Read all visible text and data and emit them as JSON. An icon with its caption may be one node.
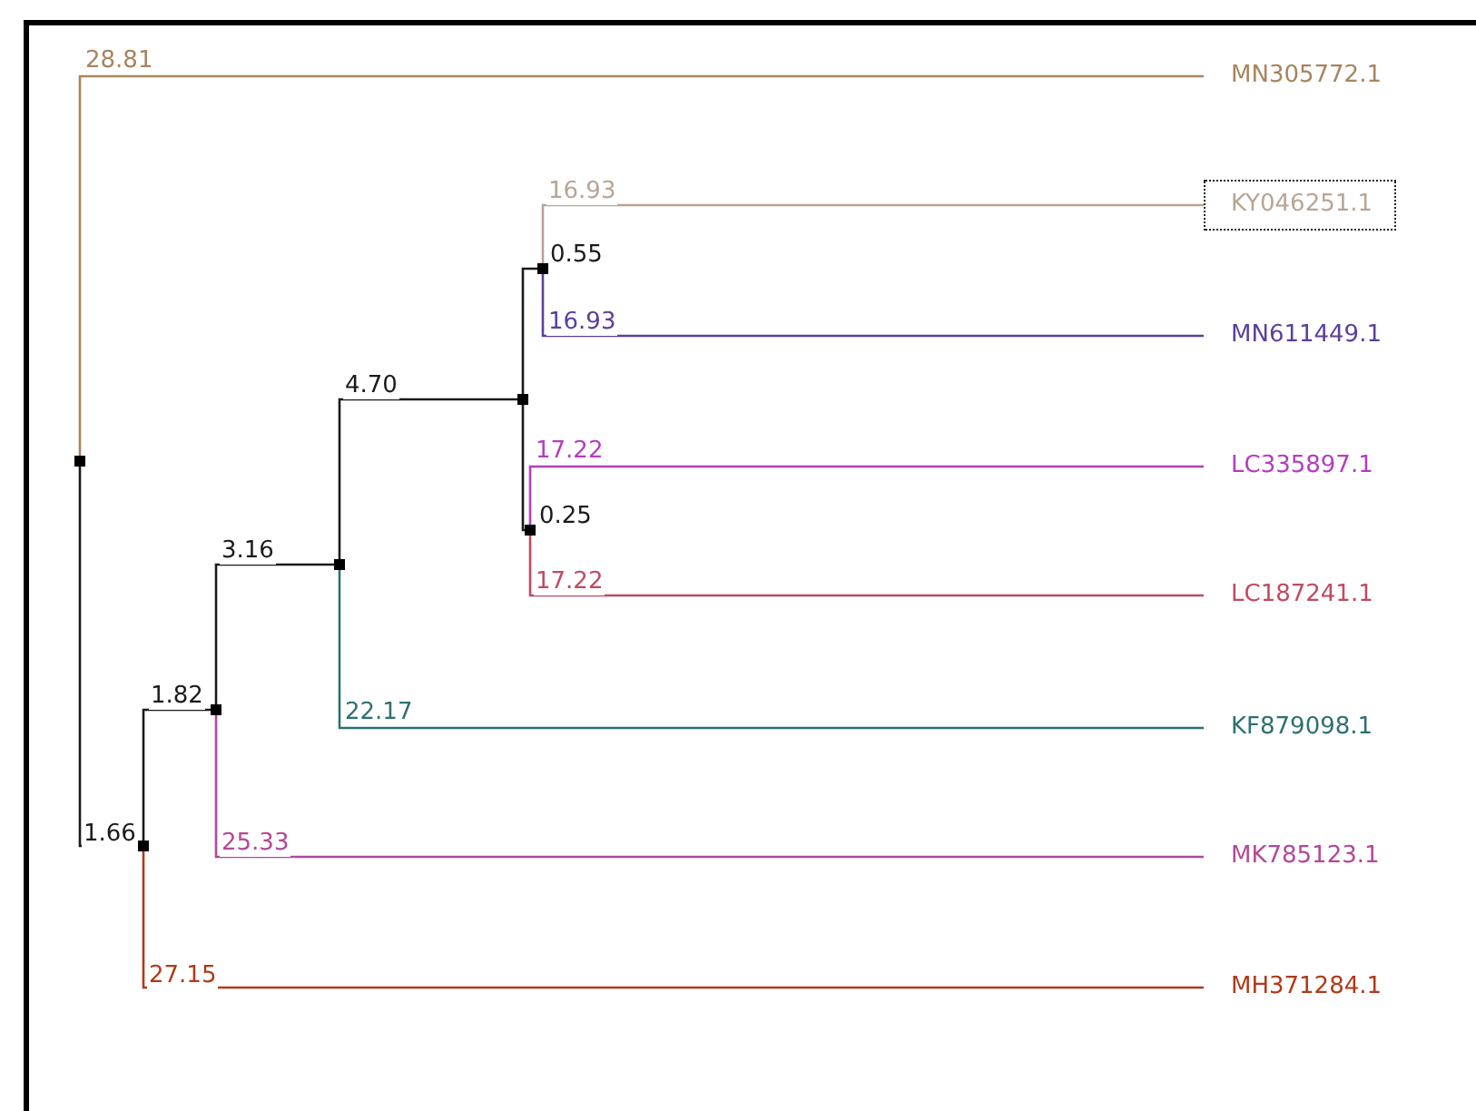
{
  "diagram": {
    "nodes": [
      {
        "text": [
          "MN305772.1"
        ]
      },
      {
        "text": [
          "KY046251.1"
        ]
      },
      {
        "text": [
          "MN611449.1"
        ]
      },
      {
        "text": [
          "LC335897.1"
        ]
      },
      {
        "text": [
          "LC187241.1"
        ]
      },
      {
        "text": [
          "KF879098.1"
        ]
      },
      {
        "text": [
          "MK785123.1"
        ]
      },
      {
        "text": [
          "MH371284.1"
        ]
      },
      {
        "text": [],
        "shape": "box"
      },
      {
        "text": [],
        "shape": "box"
      },
      {
        "text": [],
        "shape": "box"
      },
      {
        "text": [],
        "shape": "box"
      },
      {
        "text": [],
        "shape": "box"
      },
      {
        "text": [],
        "shape": "box"
      },
      {
        "text": [],
        "shape": "box"
      }
    ],
    "edges": [
      {
        "from": 8,
        "to": 0,
        "arrow": "none",
        "label": "28.81",
        "color": "#a8845e"
      },
      {
        "from": 8,
        "to": 9,
        "arrow": "none",
        "label": "1.66"
      },
      {
        "from": 9,
        "to": 10,
        "arrow": "none",
        "label": "1.82"
      },
      {
        "from": 9,
        "to": 7,
        "arrow": "none",
        "label": "27.15",
        "color": "#b03a18"
      },
      {
        "from": 10,
        "to": 11,
        "arrow": "none",
        "label": "3.16"
      },
      {
        "from": 10,
        "to": 6,
        "arrow": "none",
        "label": "25.33",
        "color": "#b3479a"
      },
      {
        "from": 11,
        "to": 12,
        "arrow": "none",
        "label": "4.70"
      },
      {
        "from": 11,
        "to": 5,
        "arrow": "none",
        "label": "22.17",
        "color": "#2e7070"
      },
      {
        "from": 12,
        "to": 14,
        "arrow": "none",
        "label": "0.55"
      },
      {
        "from": 12,
        "to": 13,
        "arrow": "none",
        "label": "0.25"
      },
      {
        "from": 14,
        "to": 1,
        "arrow": "none",
        "label": "16.93",
        "color": "#b8a595"
      },
      {
        "from": 14,
        "to": 2,
        "arrow": "none",
        "label": "16.93",
        "color": "#5b3f9c"
      },
      {
        "from": 13,
        "to": 3,
        "arrow": "none",
        "label": "17.22",
        "color": "#b43dbf"
      },
      {
        "from": 13,
        "to": 4,
        "arrow": "none",
        "label": "17.22",
        "color": "#c04a62"
      }
    ]
  }
}
